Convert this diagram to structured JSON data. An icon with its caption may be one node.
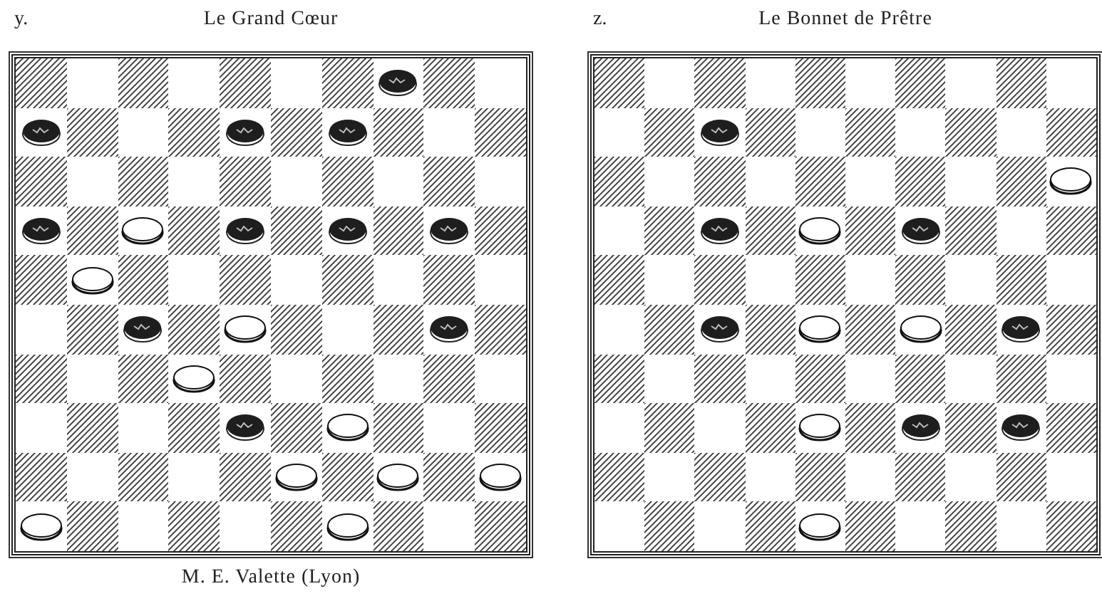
{
  "diagram": {
    "nodes": [
      {
        "text": [
          "y.",
          "Le Grand Cœur"
        ],
        "beside": [
          "M. E. Valette (Lyon)"
        ]
      },
      {
        "text": [
          "z.",
          "Le Bonnet de Prêtre"
        ]
      }
    ]
  }
}
